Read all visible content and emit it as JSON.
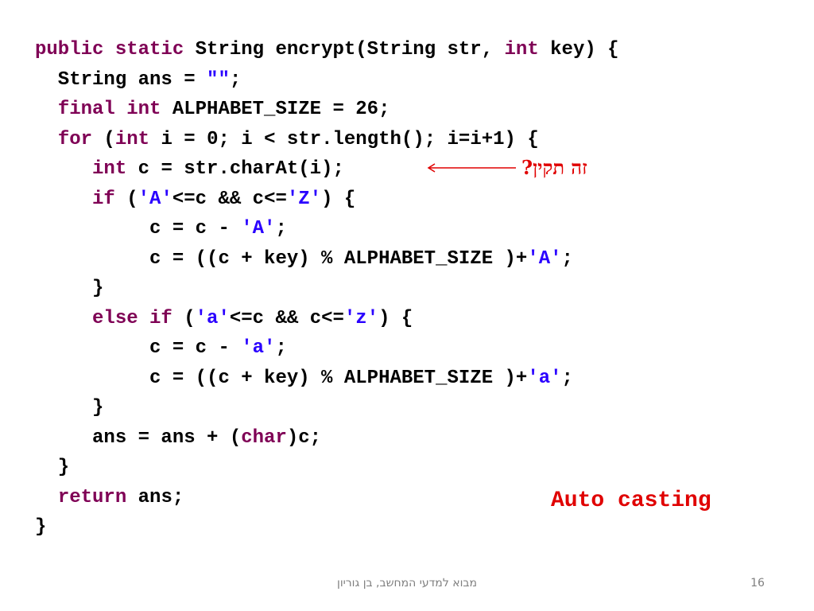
{
  "colors": {
    "keyword": "#7f0055",
    "string": "#2a00ff",
    "plain": "#000000",
    "annotation": "#e00000",
    "footer": "#7f7f7f"
  },
  "code": {
    "lines": [
      {
        "tokens": [
          {
            "t": "public static ",
            "k": "kw"
          },
          {
            "t": "String encrypt(String str, ",
            "k": "plain"
          },
          {
            "t": "int",
            "k": "kw"
          },
          {
            "t": " key) {",
            "k": "plain"
          }
        ]
      },
      {
        "tokens": [
          {
            "t": "  String ans = ",
            "k": "plain"
          },
          {
            "t": "\"\"",
            "k": "str"
          },
          {
            "t": ";",
            "k": "plain"
          }
        ]
      },
      {
        "tokens": [
          {
            "t": "  ",
            "k": "plain"
          },
          {
            "t": "final int",
            "k": "kw"
          },
          {
            "t": " ALPHABET_SIZE = 26;",
            "k": "plain"
          }
        ]
      },
      {
        "tokens": [
          {
            "t": "  ",
            "k": "plain"
          },
          {
            "t": "for",
            "k": "kw"
          },
          {
            "t": " (",
            "k": "plain"
          },
          {
            "t": "int",
            "k": "kw"
          },
          {
            "t": " i = 0; i < str.length(); i=i+1) {",
            "k": "plain"
          }
        ]
      },
      {
        "tokens": [
          {
            "t": "     ",
            "k": "plain"
          },
          {
            "t": "int",
            "k": "kw"
          },
          {
            "t": " c = str.charAt(i);",
            "k": "plain"
          }
        ]
      },
      {
        "tokens": [
          {
            "t": "     ",
            "k": "plain"
          },
          {
            "t": "if",
            "k": "kw"
          },
          {
            "t": " (",
            "k": "plain"
          },
          {
            "t": "'A'",
            "k": "str"
          },
          {
            "t": "<=c && c<=",
            "k": "plain"
          },
          {
            "t": "'Z'",
            "k": "str"
          },
          {
            "t": ") {",
            "k": "plain"
          }
        ]
      },
      {
        "tokens": [
          {
            "t": "          c = c - ",
            "k": "plain"
          },
          {
            "t": "'A'",
            "k": "str"
          },
          {
            "t": ";",
            "k": "plain"
          }
        ]
      },
      {
        "tokens": [
          {
            "t": "          c = ((c + key) % ALPHABET_SIZE )+",
            "k": "plain"
          },
          {
            "t": "'A'",
            "k": "str"
          },
          {
            "t": ";",
            "k": "plain"
          }
        ]
      },
      {
        "tokens": [
          {
            "t": "     }",
            "k": "plain"
          }
        ]
      },
      {
        "tokens": [
          {
            "t": "     ",
            "k": "plain"
          },
          {
            "t": "else if",
            "k": "kw"
          },
          {
            "t": " (",
            "k": "plain"
          },
          {
            "t": "'a'",
            "k": "str"
          },
          {
            "t": "<=c && c<=",
            "k": "plain"
          },
          {
            "t": "'z'",
            "k": "str"
          },
          {
            "t": ") {",
            "k": "plain"
          }
        ]
      },
      {
        "tokens": [
          {
            "t": "          c = c - ",
            "k": "plain"
          },
          {
            "t": "'a'",
            "k": "str"
          },
          {
            "t": ";",
            "k": "plain"
          }
        ]
      },
      {
        "tokens": [
          {
            "t": "          c = ((c + key) % ALPHABET_SIZE )+",
            "k": "plain"
          },
          {
            "t": "'a'",
            "k": "str"
          },
          {
            "t": ";",
            "k": "plain"
          }
        ]
      },
      {
        "tokens": [
          {
            "t": "     }",
            "k": "plain"
          }
        ]
      },
      {
        "tokens": [
          {
            "t": "     ans = ans + (",
            "k": "plain"
          },
          {
            "t": "char",
            "k": "kw"
          },
          {
            "t": ")c;",
            "k": "plain"
          }
        ]
      },
      {
        "tokens": [
          {
            "t": "  }",
            "k": "plain"
          }
        ]
      },
      {
        "tokens": [
          {
            "t": "  ",
            "k": "plain"
          },
          {
            "t": "return",
            "k": "kw"
          },
          {
            "t": " ans;",
            "k": "plain"
          }
        ]
      },
      {
        "tokens": [
          {
            "t": "}",
            "k": "plain"
          }
        ]
      }
    ]
  },
  "annotation": {
    "question": "זה תקין?",
    "arrow_icon": "left-arrow-icon"
  },
  "auto_casting_label": "Auto casting",
  "footer": {
    "course": "מבוא למדעי המחשב, בן גוריון",
    "page_number": "16"
  }
}
